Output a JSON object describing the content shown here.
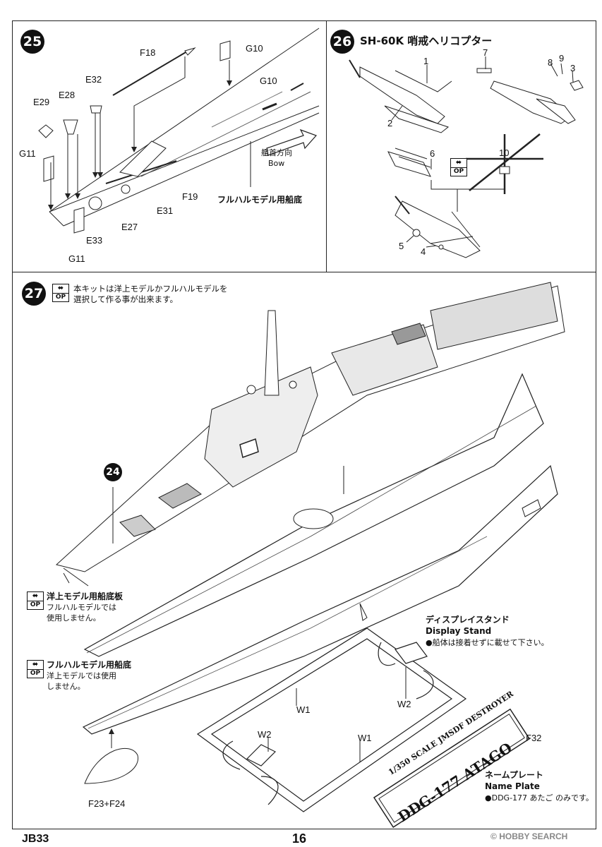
{
  "steps": {
    "s25": {
      "number": "25"
    },
    "s26": {
      "number": "26",
      "title": "SH-60K 哨戒ヘリコプター"
    },
    "s27": {
      "number": "27",
      "op_note": "本キットは洋上モデルかフルハルモデルを",
      "op_note2": "選択して作る事が出来ます。"
    },
    "s24": {
      "number": "24"
    }
  },
  "step25_labels": {
    "f18": "F18",
    "g10a": "G10",
    "g10b": "G10",
    "e32": "E32",
    "e28": "E28",
    "e29": "E29",
    "g11a": "G11",
    "g11b": "G11",
    "f19": "F19",
    "e31": "E31",
    "e27": "E27",
    "e33": "E33",
    "bow_jp": "艦首方向",
    "bow_en": "Bow",
    "fullhull_bottom": "フルハルモデル用船底"
  },
  "step26_labels": {
    "p1": "1",
    "p2": "2",
    "p3": "3",
    "p4": "4",
    "p5": "5",
    "p6": "6",
    "p7": "7",
    "p8": "8",
    "p9": "9",
    "p10": "10"
  },
  "step27_notes": {
    "waterline_title": "洋上モデル用船底板",
    "waterline_line1": "フルハルモデルでは",
    "waterline_line2": "使用しません。",
    "fullhull_title": "フルハルモデル用船底",
    "fullhull_line1": "洋上モデルでは使用",
    "fullhull_line2": "しません。",
    "stand_jp": "ディスプレイスタンド",
    "stand_en": "Display Stand",
    "stand_note": "●船体は接着せずに載せて下さい。",
    "plate_jp": "ネームプレート",
    "plate_en": "Name Plate",
    "plate_note": "●DDG-177 あたご のみです。"
  },
  "step27_labels": {
    "w1a": "W1",
    "w1b": "W1",
    "w2a": "W2",
    "w2b": "W2",
    "f32": "F32",
    "f23f24": "F23+F24"
  },
  "nameplate": {
    "line1": "1/350 SCALE JMSDF DESTROYER",
    "line2": "DDG-177 ATAGO"
  },
  "op_badge": {
    "symbol": "⬌",
    "text": "OP"
  },
  "footer": {
    "code": "JB33",
    "page": "16",
    "watermark": "HOBBY SEARCH",
    "copyright": "©"
  }
}
